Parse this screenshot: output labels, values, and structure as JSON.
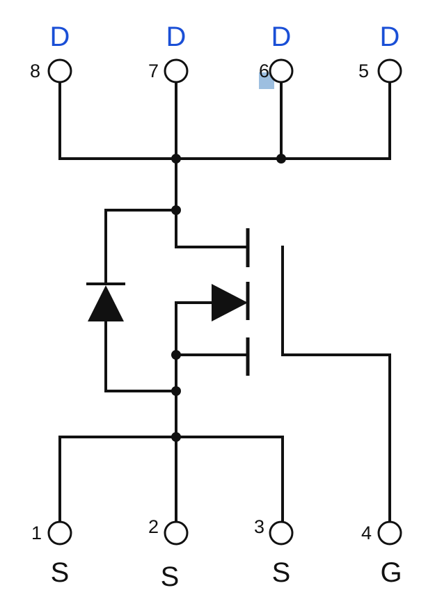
{
  "pins": {
    "p8": {
      "number": "8",
      "letter": "D"
    },
    "p7": {
      "number": "7",
      "letter": "D"
    },
    "p6": {
      "number": "6",
      "letter": "D"
    },
    "p5": {
      "number": "5",
      "letter": "D"
    },
    "p1": {
      "number": "1",
      "letter": "S"
    },
    "p2": {
      "number": "2",
      "letter": "S"
    },
    "p3": {
      "number": "3",
      "letter": "S"
    },
    "p4": {
      "number": "4",
      "letter": "G"
    }
  },
  "colors": {
    "drain_label": "#1a4fd6",
    "line": "#111111",
    "highlight": "#9dbfe0"
  }
}
